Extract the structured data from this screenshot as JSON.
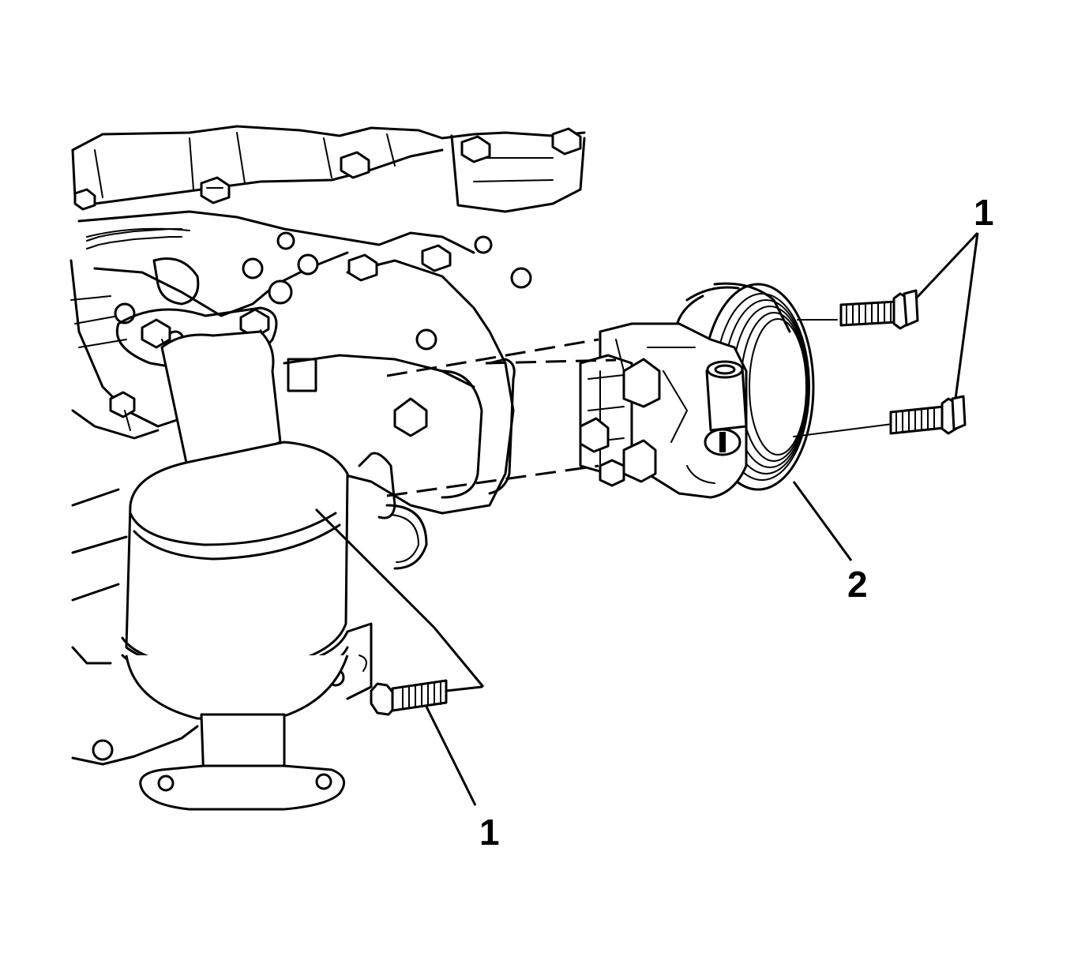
{
  "callouts": {
    "bolt_upper": "1",
    "pump": "2",
    "bolt_lower": "1"
  },
  "colors": {
    "line": "#000000",
    "background": "#ffffff"
  }
}
